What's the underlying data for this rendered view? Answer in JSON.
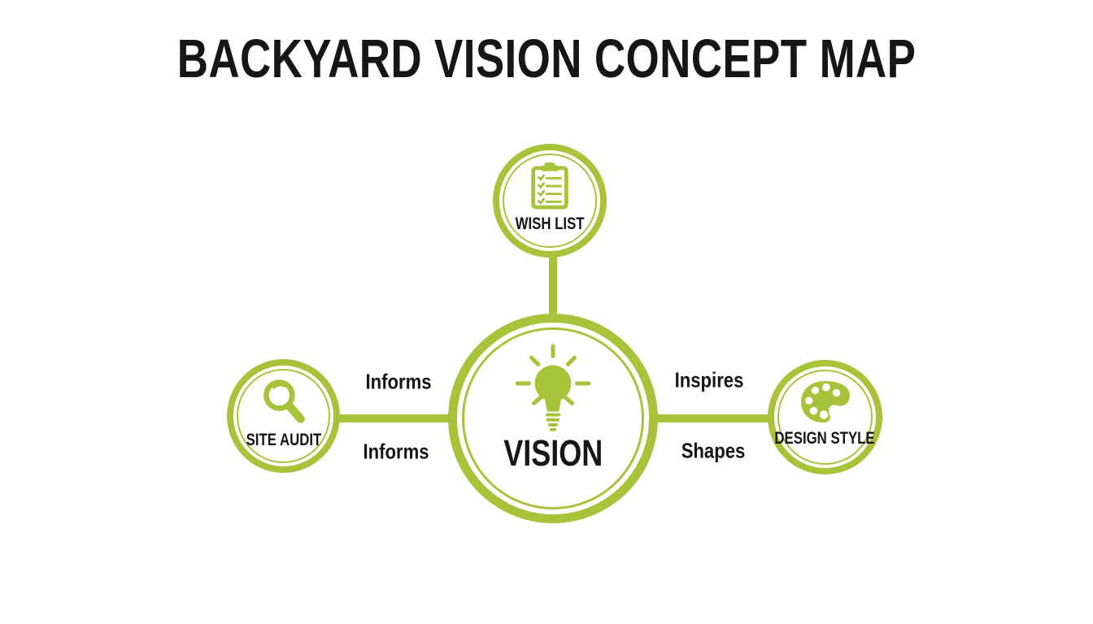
{
  "title": "BACKYARD VISION CONCEPT MAP",
  "colors": {
    "accent": "#a8c33a",
    "text": "#161616",
    "background": "#ffffff"
  },
  "center_node": {
    "label": "VISION",
    "icon": "lightbulb-icon"
  },
  "nodes": {
    "top": {
      "label": "WISH LIST",
      "icon": "clipboard-checklist-icon"
    },
    "left": {
      "label": "SITE AUDIT",
      "icon": "magnifying-glass-icon"
    },
    "right": {
      "label": "DESIGN STYLE",
      "icon": "paint-palette-icon"
    }
  },
  "edge_labels": {
    "left_top": "Informs",
    "left_bottom": "Informs",
    "right_top": "Inspires",
    "right_bottom": "Shapes"
  },
  "edges": [
    {
      "from": "SITE AUDIT",
      "to": "VISION",
      "labels": [
        "Informs",
        "Informs"
      ]
    },
    {
      "from": "WISH LIST",
      "to": "VISION",
      "labels": []
    },
    {
      "from": "VISION",
      "to": "DESIGN STYLE",
      "labels": [
        "Inspires",
        "Shapes"
      ]
    }
  ]
}
